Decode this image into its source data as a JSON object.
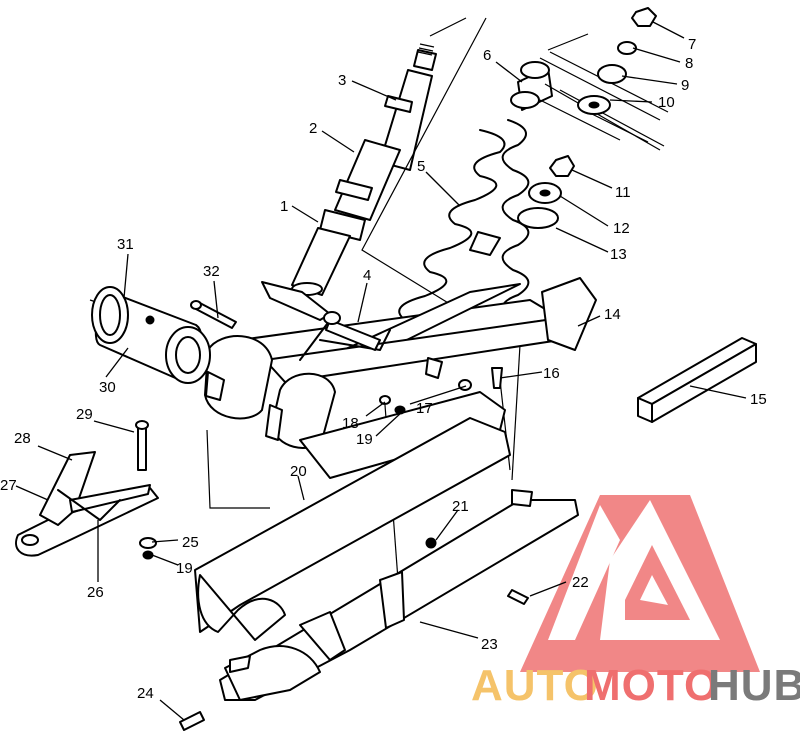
{
  "diagram": {
    "callouts": [
      "1",
      "2",
      "3",
      "4",
      "5",
      "6",
      "7",
      "8",
      "9",
      "10",
      "11",
      "12",
      "13",
      "14",
      "15",
      "16",
      "17",
      "18",
      "19",
      "19",
      "20",
      "21",
      "22",
      "23",
      "24",
      "25",
      "26",
      "27",
      "28",
      "29",
      "30",
      "31",
      "32"
    ]
  },
  "watermark": {
    "part_auto": "AUTO",
    "part_moto": "MOTO",
    "part_hub": "HUB",
    "colors": {
      "auto": "#f5c36a",
      "moto": "#ef6f6f",
      "hub": "#7a7a7a",
      "logo": "#ee6a6a"
    }
  }
}
